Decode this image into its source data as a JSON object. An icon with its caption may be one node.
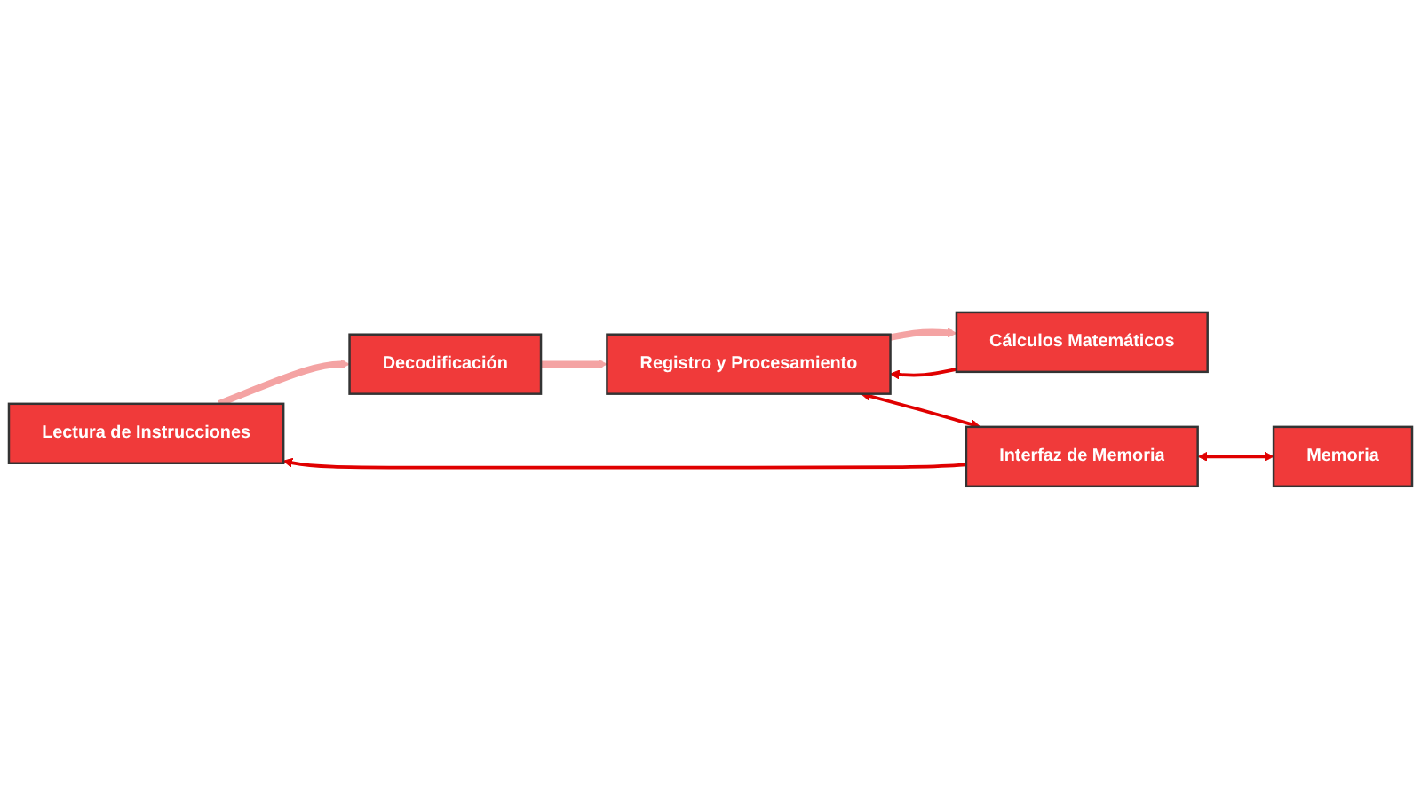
{
  "diagram": {
    "nodes": [
      {
        "text": [
          "Lectura de Instrucciones"
        ]
      },
      {
        "text": [
          "Decodificación"
        ]
      },
      {
        "text": [
          "Registro y Procesamiento"
        ]
      },
      {
        "text": [
          "Cálculos Matemáticos"
        ]
      },
      {
        "text": [
          "Interfaz de Memoria"
        ]
      },
      {
        "text": [
          "Memoria"
        ]
      }
    ],
    "edges": [
      {
        "from": 0,
        "to": 1,
        "arrow": "to",
        "style": "thick",
        "color": "#f4a3a3"
      },
      {
        "from": 1,
        "to": 2,
        "arrow": "to",
        "style": "thick",
        "color": "#f4a3a3"
      },
      {
        "from": 2,
        "to": 3,
        "arrow": "to",
        "style": "thick",
        "color": "#f4a3a3"
      },
      {
        "from": 3,
        "to": 2,
        "arrow": "to"
      },
      {
        "from": 2,
        "to": 4,
        "arrow": "both"
      },
      {
        "from": 4,
        "to": 0,
        "arrow": "to"
      },
      {
        "from": 4,
        "to": 5,
        "arrow": "both"
      }
    ]
  }
}
